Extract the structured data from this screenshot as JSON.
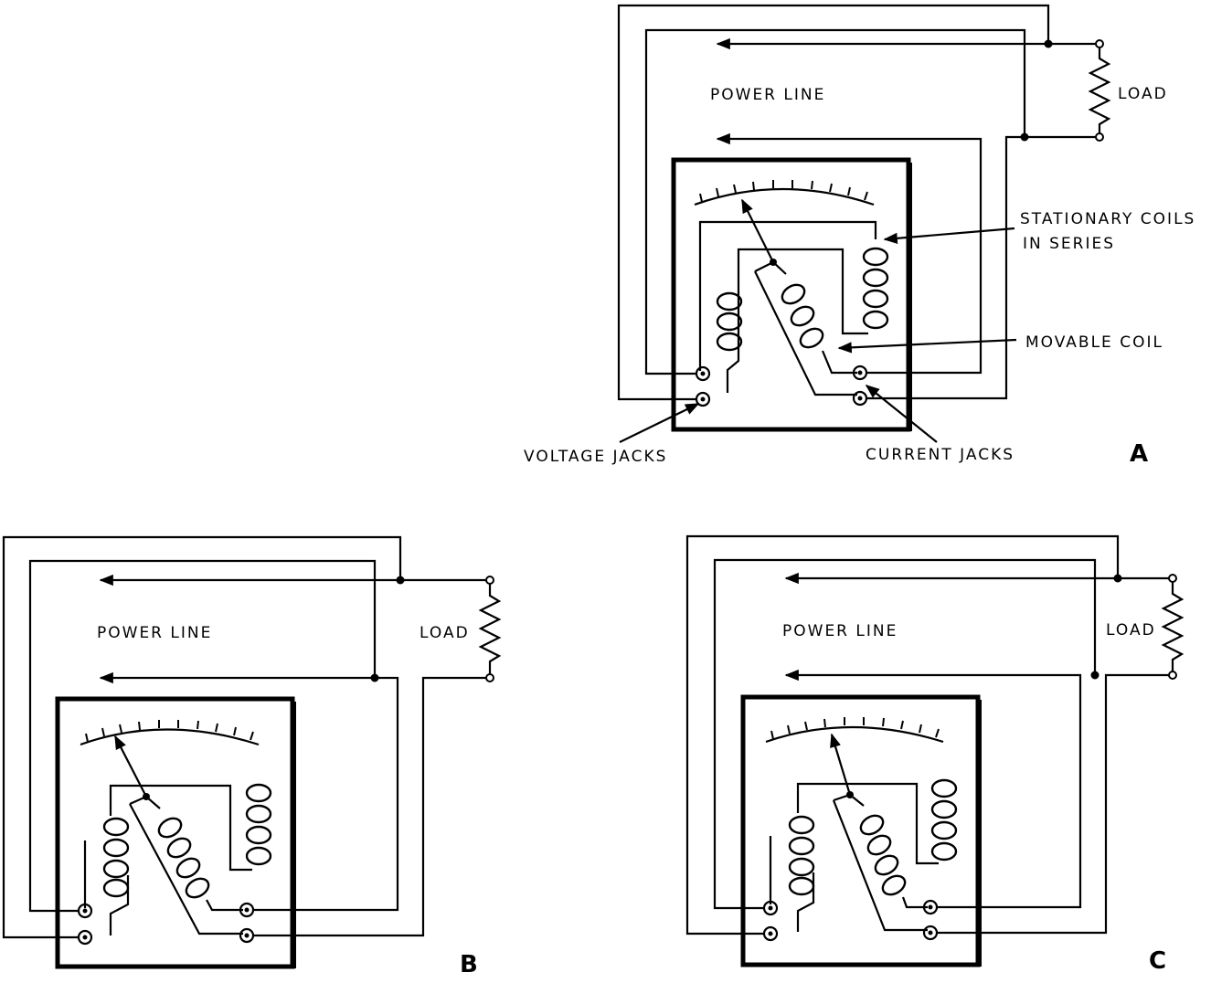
{
  "diagrams": {
    "a": {
      "power_line": "POWER LINE",
      "load": "LOAD",
      "stationary_coils_1": "STATIONARY COILS",
      "stationary_coils_2": "IN SERIES",
      "movable_coil": "MOVABLE COIL",
      "voltage_jacks": "VOLTAGE JACKS",
      "current_jacks": "CURRENT JACKS",
      "letter": "A"
    },
    "b": {
      "power_line": "POWER LINE",
      "load": "LOAD",
      "letter": "B"
    },
    "c": {
      "power_line": "POWER LINE",
      "load": "LOAD",
      "letter": "C"
    }
  }
}
